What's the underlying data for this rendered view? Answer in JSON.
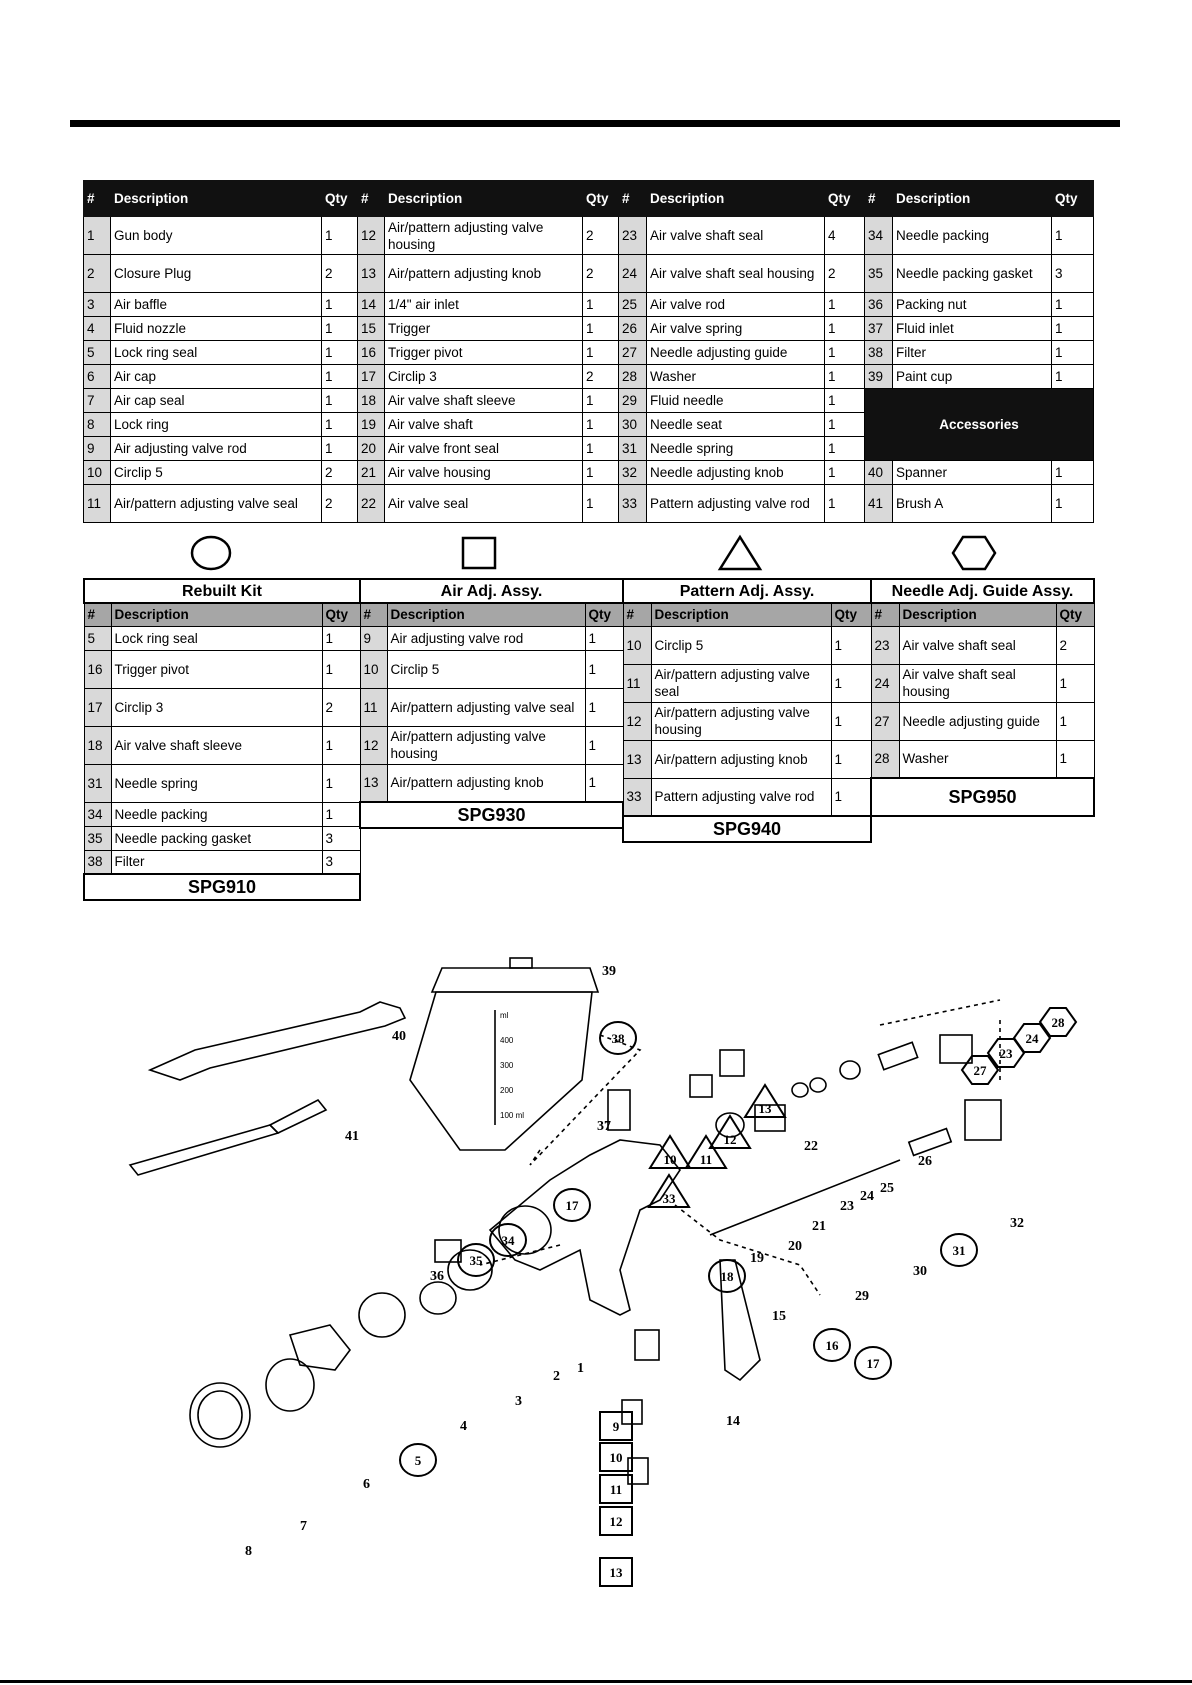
{
  "parts_table": {
    "headers": [
      "#",
      "Description",
      "Qty",
      "#",
      "Description",
      "Qty",
      "#",
      "Description",
      "Qty",
      "#",
      "Description",
      "Qty"
    ],
    "rows": [
      [
        [
          "1",
          "Gun body",
          "1"
        ],
        [
          "12",
          "Air/pattern adjusting valve housing",
          "2"
        ],
        [
          "23",
          "Air valve shaft seal",
          "4"
        ],
        [
          "34",
          "Needle packing",
          "1"
        ]
      ],
      [
        [
          "2",
          "Closure Plug",
          "2"
        ],
        [
          "13",
          "Air/pattern adjusting knob",
          "2"
        ],
        [
          "24",
          "Air valve shaft seal housing",
          "2"
        ],
        [
          "35",
          "Needle packing gasket",
          "3"
        ]
      ],
      [
        [
          "3",
          "Air baffle",
          "1"
        ],
        [
          "14",
          "1/4\" air inlet",
          "1"
        ],
        [
          "25",
          "Air valve rod",
          "1"
        ],
        [
          "36",
          "Packing nut",
          "1"
        ]
      ],
      [
        [
          "4",
          "Fluid nozzle",
          "1"
        ],
        [
          "15",
          "Trigger",
          "1"
        ],
        [
          "26",
          "Air valve spring",
          "1"
        ],
        [
          "37",
          "Fluid inlet",
          "1"
        ]
      ],
      [
        [
          "5",
          "Lock ring seal",
          "1"
        ],
        [
          "16",
          "Trigger pivot",
          "1"
        ],
        [
          "27",
          "Needle adjusting guide",
          "1"
        ],
        [
          "38",
          "Filter",
          "1"
        ]
      ],
      [
        [
          "6",
          "Air cap",
          "1"
        ],
        [
          "17",
          "Circlip 3",
          "2"
        ],
        [
          "28",
          "Washer",
          "1"
        ],
        [
          "39",
          "Paint cup",
          "1"
        ]
      ],
      [
        [
          "7",
          "Air cap seal",
          "1"
        ],
        [
          "18",
          "Air valve shaft sleeve",
          "1"
        ],
        [
          "29",
          "Fluid needle",
          "1"
        ],
        null
      ],
      [
        [
          "8",
          "Lock ring",
          "1"
        ],
        [
          "19",
          "Air valve shaft",
          "1"
        ],
        [
          "30",
          "Needle seat",
          "1"
        ],
        null
      ],
      [
        [
          "9",
          "Air adjusting valve rod",
          "1"
        ],
        [
          "20",
          "Air valve front seal",
          "1"
        ],
        [
          "31",
          "Needle spring",
          "1"
        ],
        null
      ],
      [
        [
          "10",
          "Circlip 5",
          "2"
        ],
        [
          "21",
          "Air valve housing",
          "1"
        ],
        [
          "32",
          "Needle adjusting knob",
          "1"
        ],
        [
          "40",
          "Spanner",
          "1"
        ]
      ],
      [
        [
          "11",
          "Air/pattern adjusting valve seal",
          "2"
        ],
        [
          "22",
          "Air valve seal",
          "1"
        ],
        [
          "33",
          "Pattern adjusting valve rod",
          "1"
        ],
        [
          "41",
          "Brush A",
          "1"
        ]
      ]
    ],
    "accessories_label": "Accessories"
  },
  "kits": [
    {
      "symbol": "circle",
      "title": "Rebuilt Kit",
      "headers": [
        "#",
        "Description",
        "Qty"
      ],
      "rows": [
        [
          "5",
          "Lock ring seal",
          "1"
        ],
        [
          "16",
          "Trigger pivot",
          "1"
        ],
        [
          "17",
          "Circlip 3",
          "2"
        ],
        [
          "18",
          "Air valve shaft sleeve",
          "1"
        ],
        [
          "31",
          "Needle spring",
          "1"
        ],
        [
          "34",
          "Needle packing",
          "1"
        ],
        [
          "35",
          "Needle packing gasket",
          "3"
        ],
        [
          "38",
          "Filter",
          "3"
        ]
      ],
      "code": "SPG910"
    },
    {
      "symbol": "square",
      "title": "Air Adj. Assy.",
      "headers": [
        "#",
        "Description",
        "Qty"
      ],
      "rows": [
        [
          "9",
          "Air adjusting valve rod",
          "1"
        ],
        [
          "10",
          "Circlip 5",
          "1"
        ],
        [
          "11",
          "Air/pattern adjusting valve seal",
          "1"
        ],
        [
          "12",
          "Air/pattern adjusting valve housing",
          "1"
        ],
        [
          "13",
          "Air/pattern adjusting knob",
          "1"
        ]
      ],
      "code": "SPG930"
    },
    {
      "symbol": "triangle",
      "title": "Pattern Adj. Assy.",
      "headers": [
        "#",
        "Description",
        "Qty"
      ],
      "rows": [
        [
          "10",
          "Circlip 5",
          "1"
        ],
        [
          "11",
          "Air/pattern adjusting valve seal",
          "1"
        ],
        [
          "12",
          "Air/pattern adjusting valve housing",
          "1"
        ],
        [
          "13",
          "Air/pattern adjusting knob",
          "1"
        ],
        [
          "33",
          "Pattern adjusting valve rod",
          "1"
        ]
      ],
      "code": "SPG940"
    },
    {
      "symbol": "hexagon",
      "title": "Needle Adj. Guide Assy.",
      "headers": [
        "#",
        "Description",
        "Qty"
      ],
      "rows": [
        [
          "23",
          "Air valve shaft seal",
          "2"
        ],
        [
          "24",
          "Air valve shaft seal housing",
          "1"
        ],
        [
          "27",
          "Needle adjusting guide",
          "1"
        ],
        [
          "28",
          "Washer",
          "1"
        ]
      ],
      "code": "SPG950"
    }
  ],
  "diagram": {
    "cup_scale": [
      "ml",
      "400",
      "300",
      "200",
      "100 ml"
    ],
    "plain_labels": [
      "39",
      "40",
      "41",
      "37",
      "22",
      "26",
      "25",
      "24",
      "23",
      "21",
      "20",
      "19",
      "36",
      "1",
      "2",
      "3",
      "4",
      "6",
      "7",
      "8",
      "14",
      "15",
      "29",
      "30",
      "32"
    ],
    "circle_labels": [
      "38",
      "17",
      "35",
      "34",
      "18",
      "5",
      "31",
      "16",
      "17"
    ],
    "square_labels": [
      "9",
      "10",
      "11",
      "12",
      "13"
    ],
    "triangle_labels": [
      "10",
      "11",
      "12",
      "13",
      "33"
    ],
    "hexagon_labels": [
      "27",
      "23",
      "24",
      "28"
    ]
  }
}
